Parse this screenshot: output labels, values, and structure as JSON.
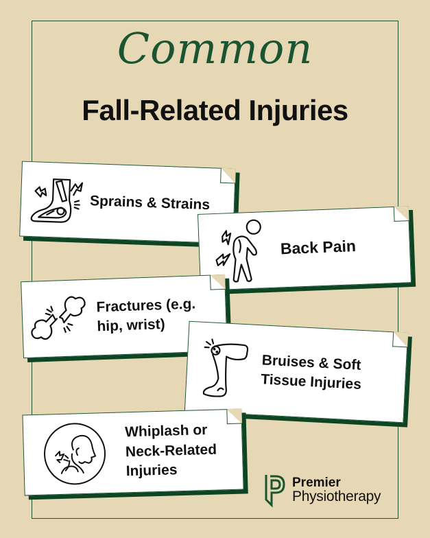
{
  "title": {
    "script": "Common",
    "main": "Fall-Related Injuries"
  },
  "colors": {
    "background": "#e6d8b4",
    "accent_green": "#1b5430",
    "shadow_green": "#0d4424",
    "card": "#ffffff",
    "text": "#111111"
  },
  "cards": [
    {
      "label": "Sprains & Strains",
      "icon": "sprained-foot-icon"
    },
    {
      "label": "Back Pain",
      "icon": "back-pain-person-icon"
    },
    {
      "label_lines": [
        "Fractures (e.g.",
        "hip, wrist)"
      ],
      "icon": "broken-bone-icon"
    },
    {
      "label_lines": [
        "Bruises & Soft",
        "Tissue Injuries"
      ],
      "icon": "bruised-knee-icon"
    },
    {
      "label_lines": [
        "Whiplash or",
        "Neck-Related",
        "Injuries"
      ],
      "icon": "whiplash-neck-icon"
    }
  ],
  "brand": {
    "name_line1": "Premier",
    "name_line2": "Physiotherapy",
    "logo_icon": "premier-p-logo-icon"
  }
}
